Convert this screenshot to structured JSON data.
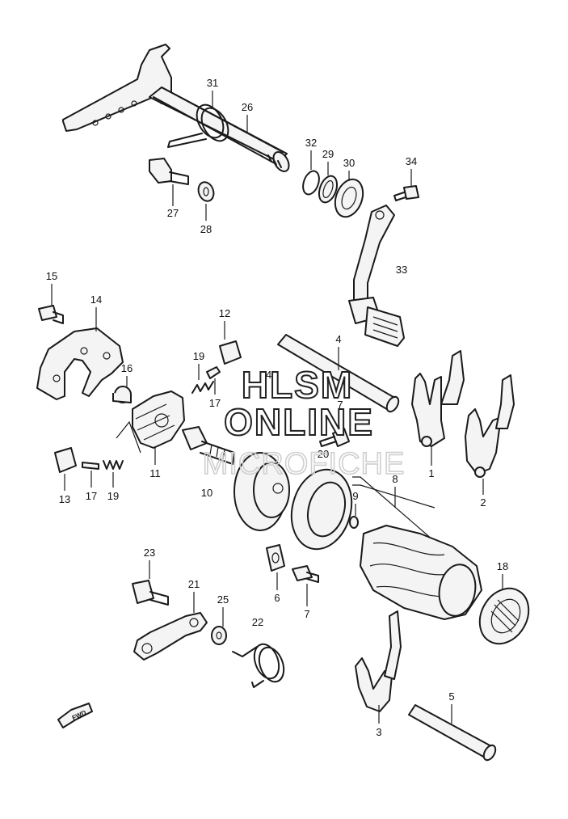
{
  "watermark": {
    "line1": "HLSM",
    "line2": "ONLINE",
    "line3": "MICROFICHE"
  },
  "direction_arrow": "FWD",
  "callouts": {
    "c1": "1",
    "c2": "2",
    "c3": "3",
    "c4": "4",
    "c5": "5",
    "c6": "6",
    "c7a": "7",
    "c7b": "7",
    "c8": "8",
    "c9": "9",
    "c10": "10",
    "c11": "11",
    "c12": "12",
    "c13": "13",
    "c14": "14",
    "c15": "15",
    "c16": "16",
    "c17a": "17",
    "c17b": "17",
    "c18": "18",
    "c19a": "19",
    "c19b": "19",
    "c20": "20",
    "c21": "21",
    "c22": "22",
    "c23": "23",
    "c24": "24",
    "c25": "25",
    "c26": "26",
    "c27": "27",
    "c28": "28",
    "c29": "29",
    "c30": "30",
    "c31": "31",
    "c32": "32",
    "c33": "33",
    "c34": "34"
  }
}
